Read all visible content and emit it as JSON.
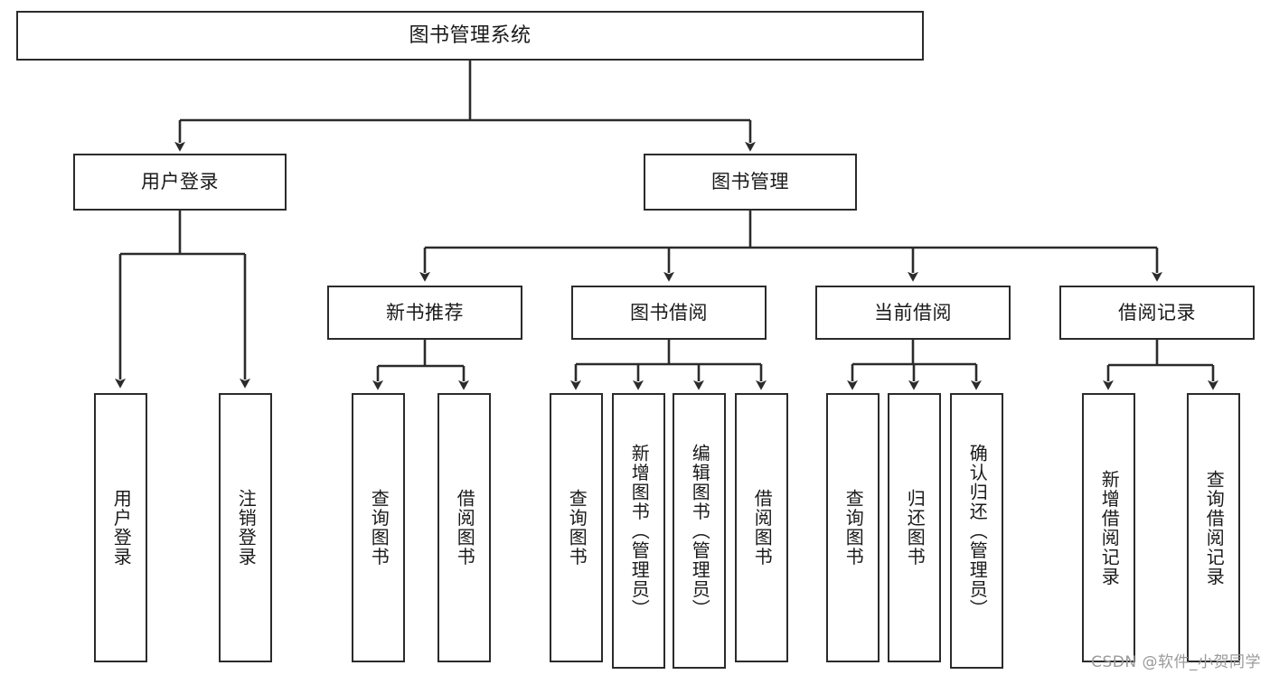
{
  "diagram": {
    "type": "tree-hierarchy",
    "title": "图书管理系统",
    "root": {
      "id": "root",
      "label": "图书管理系统"
    },
    "level2": [
      {
        "id": "user-login",
        "label": "用户登录"
      },
      {
        "id": "book-manage",
        "label": "图书管理"
      }
    ],
    "level3": [
      {
        "id": "new-book-recommend",
        "label": "新书推荐",
        "parent": "book-manage"
      },
      {
        "id": "book-borrow",
        "label": "图书借阅",
        "parent": "book-manage"
      },
      {
        "id": "current-borrow",
        "label": "当前借阅",
        "parent": "book-manage"
      },
      {
        "id": "borrow-record",
        "label": "借阅记录",
        "parent": "book-manage"
      }
    ],
    "leaves": {
      "user-login": [
        {
          "id": "leaf-user-login",
          "label": "用户登录"
        },
        {
          "id": "leaf-logout",
          "label": "注销登录"
        }
      ],
      "new-book-recommend": [
        {
          "id": "leaf-query-book-1",
          "label": "查询图书"
        },
        {
          "id": "leaf-borrow-book-1",
          "label": "借阅图书"
        }
      ],
      "book-borrow": [
        {
          "id": "leaf-query-book-2",
          "label": "查询图书"
        },
        {
          "id": "leaf-add-book",
          "label": "新增图书（管理员）"
        },
        {
          "id": "leaf-edit-book",
          "label": "编辑图书（管理员）"
        },
        {
          "id": "leaf-borrow-book-2",
          "label": "借阅图书"
        }
      ],
      "current-borrow": [
        {
          "id": "leaf-query-book-3",
          "label": "查询图书"
        },
        {
          "id": "leaf-return-book",
          "label": "归还图书"
        },
        {
          "id": "leaf-confirm-return",
          "label": "确认归还（管理员）"
        }
      ],
      "borrow-record": [
        {
          "id": "leaf-add-record",
          "label": "新增借阅记录"
        },
        {
          "id": "leaf-query-record",
          "label": "查询借阅记录"
        }
      ]
    },
    "watermark": "CSDN @软件_小贺同学",
    "colors": {
      "stroke": "#2b2b2b",
      "fill": "#ffffff",
      "text": "#1a1a1a",
      "watermark": "#9a9a9a"
    }
  }
}
